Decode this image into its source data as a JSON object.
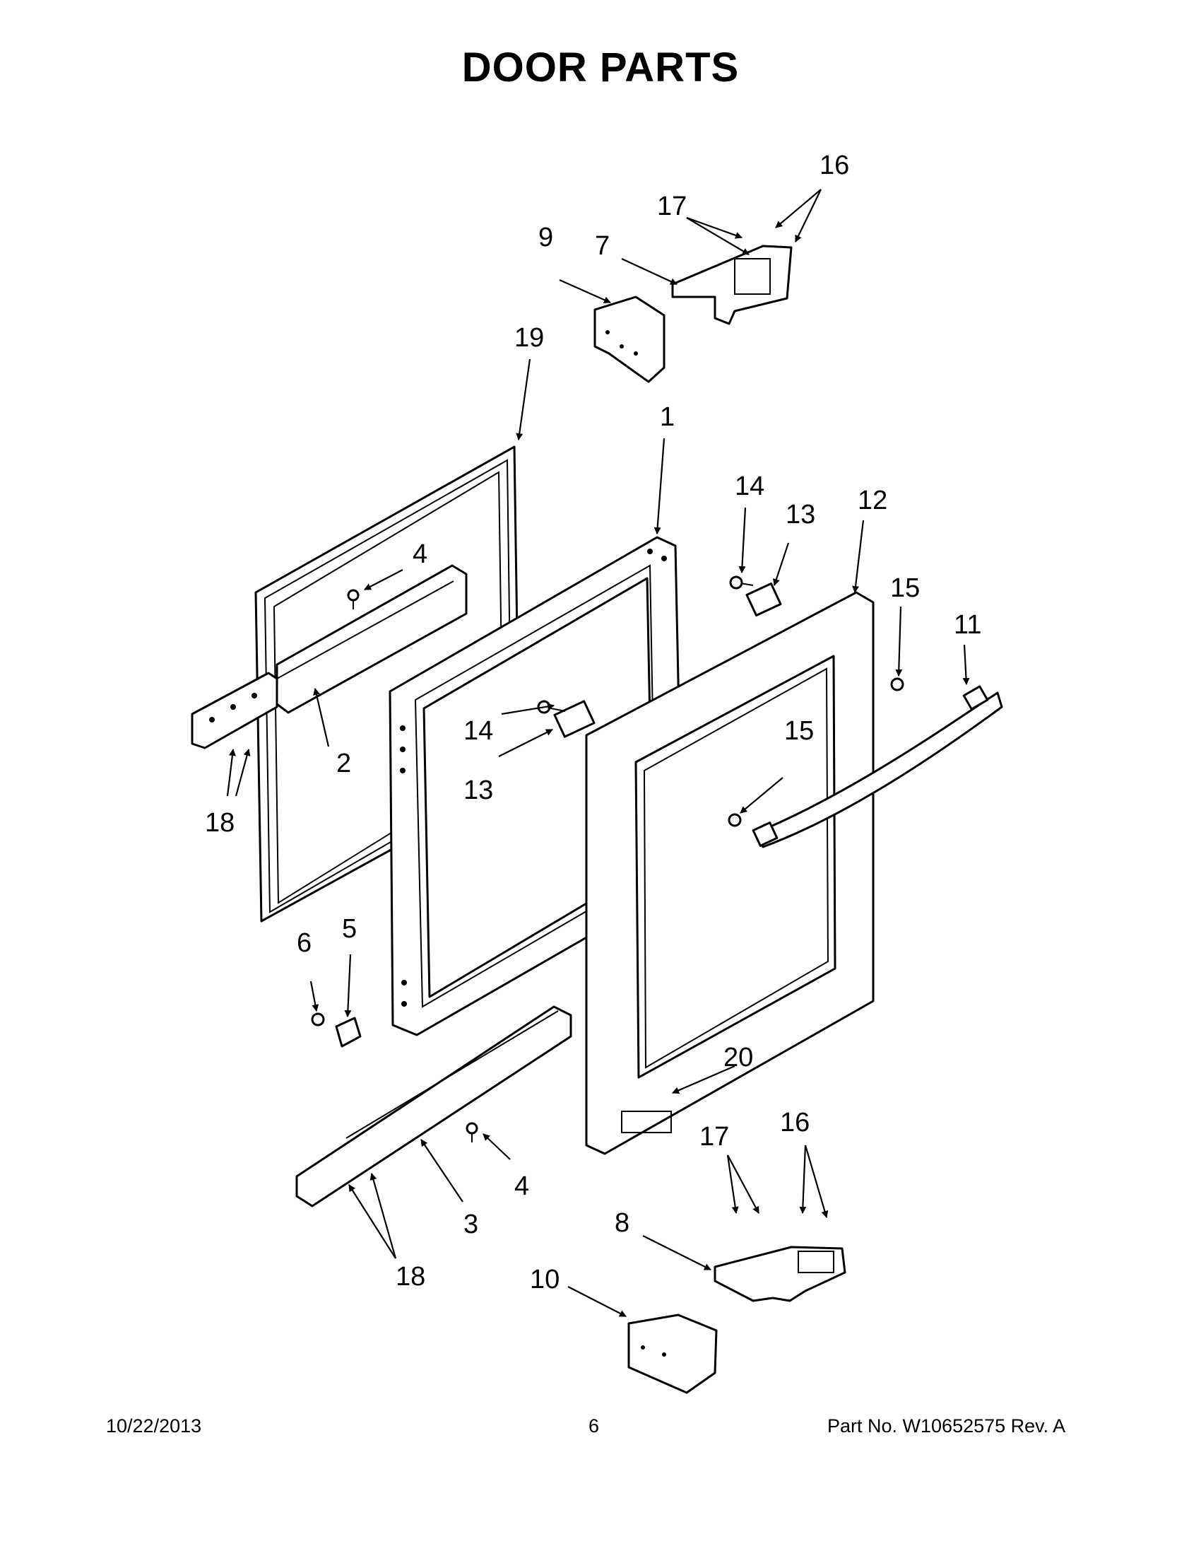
{
  "title": "DOOR PARTS",
  "callouts": {
    "c1": "1",
    "c2": "2",
    "c3": "3",
    "c4a": "4",
    "c4b": "4",
    "c5": "5",
    "c6": "6",
    "c7": "7",
    "c8": "8",
    "c9": "9",
    "c10": "10",
    "c11": "11",
    "c12": "12",
    "c13a": "13",
    "c13b": "13",
    "c14a": "14",
    "c14b": "14",
    "c15a": "15",
    "c15b": "15",
    "c16a": "16",
    "c16b": "16",
    "c17a": "17",
    "c17b": "17",
    "c18a": "18",
    "c18b": "18",
    "c19": "19",
    "c20": "20"
  },
  "footer": {
    "date": "10/22/2013",
    "page": "6",
    "part_no": "Part No.  W10652575  Rev.  A"
  }
}
